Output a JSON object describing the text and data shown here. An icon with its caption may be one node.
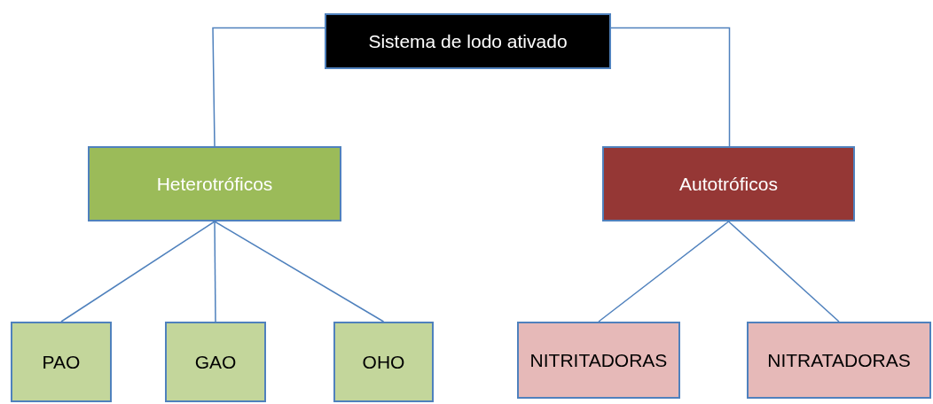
{
  "diagram": {
    "nodes": [
      {
        "text": [
          "Sistema de lodo ativado"
        ]
      },
      {
        "text": [
          "Heterotróficos"
        ]
      },
      {
        "text": [
          "Autotróficos"
        ]
      },
      {
        "text": [
          "PAO"
        ]
      },
      {
        "text": [
          "GAO"
        ]
      },
      {
        "text": [
          "OHO"
        ]
      },
      {
        "text": [
          "NITRITADORAS"
        ]
      },
      {
        "text": [
          "NITRATADORAS"
        ]
      }
    ],
    "edges": [
      {
        "from": 0,
        "to": 1,
        "arrow": "none"
      },
      {
        "from": 0,
        "to": 2,
        "arrow": "none"
      },
      {
        "from": 1,
        "to": 3,
        "arrow": "none"
      },
      {
        "from": 1,
        "to": 4,
        "arrow": "none"
      },
      {
        "from": 1,
        "to": 5,
        "arrow": "none"
      },
      {
        "from": 2,
        "to": 6,
        "arrow": "none"
      },
      {
        "from": 2,
        "to": 7,
        "arrow": "none"
      }
    ]
  }
}
